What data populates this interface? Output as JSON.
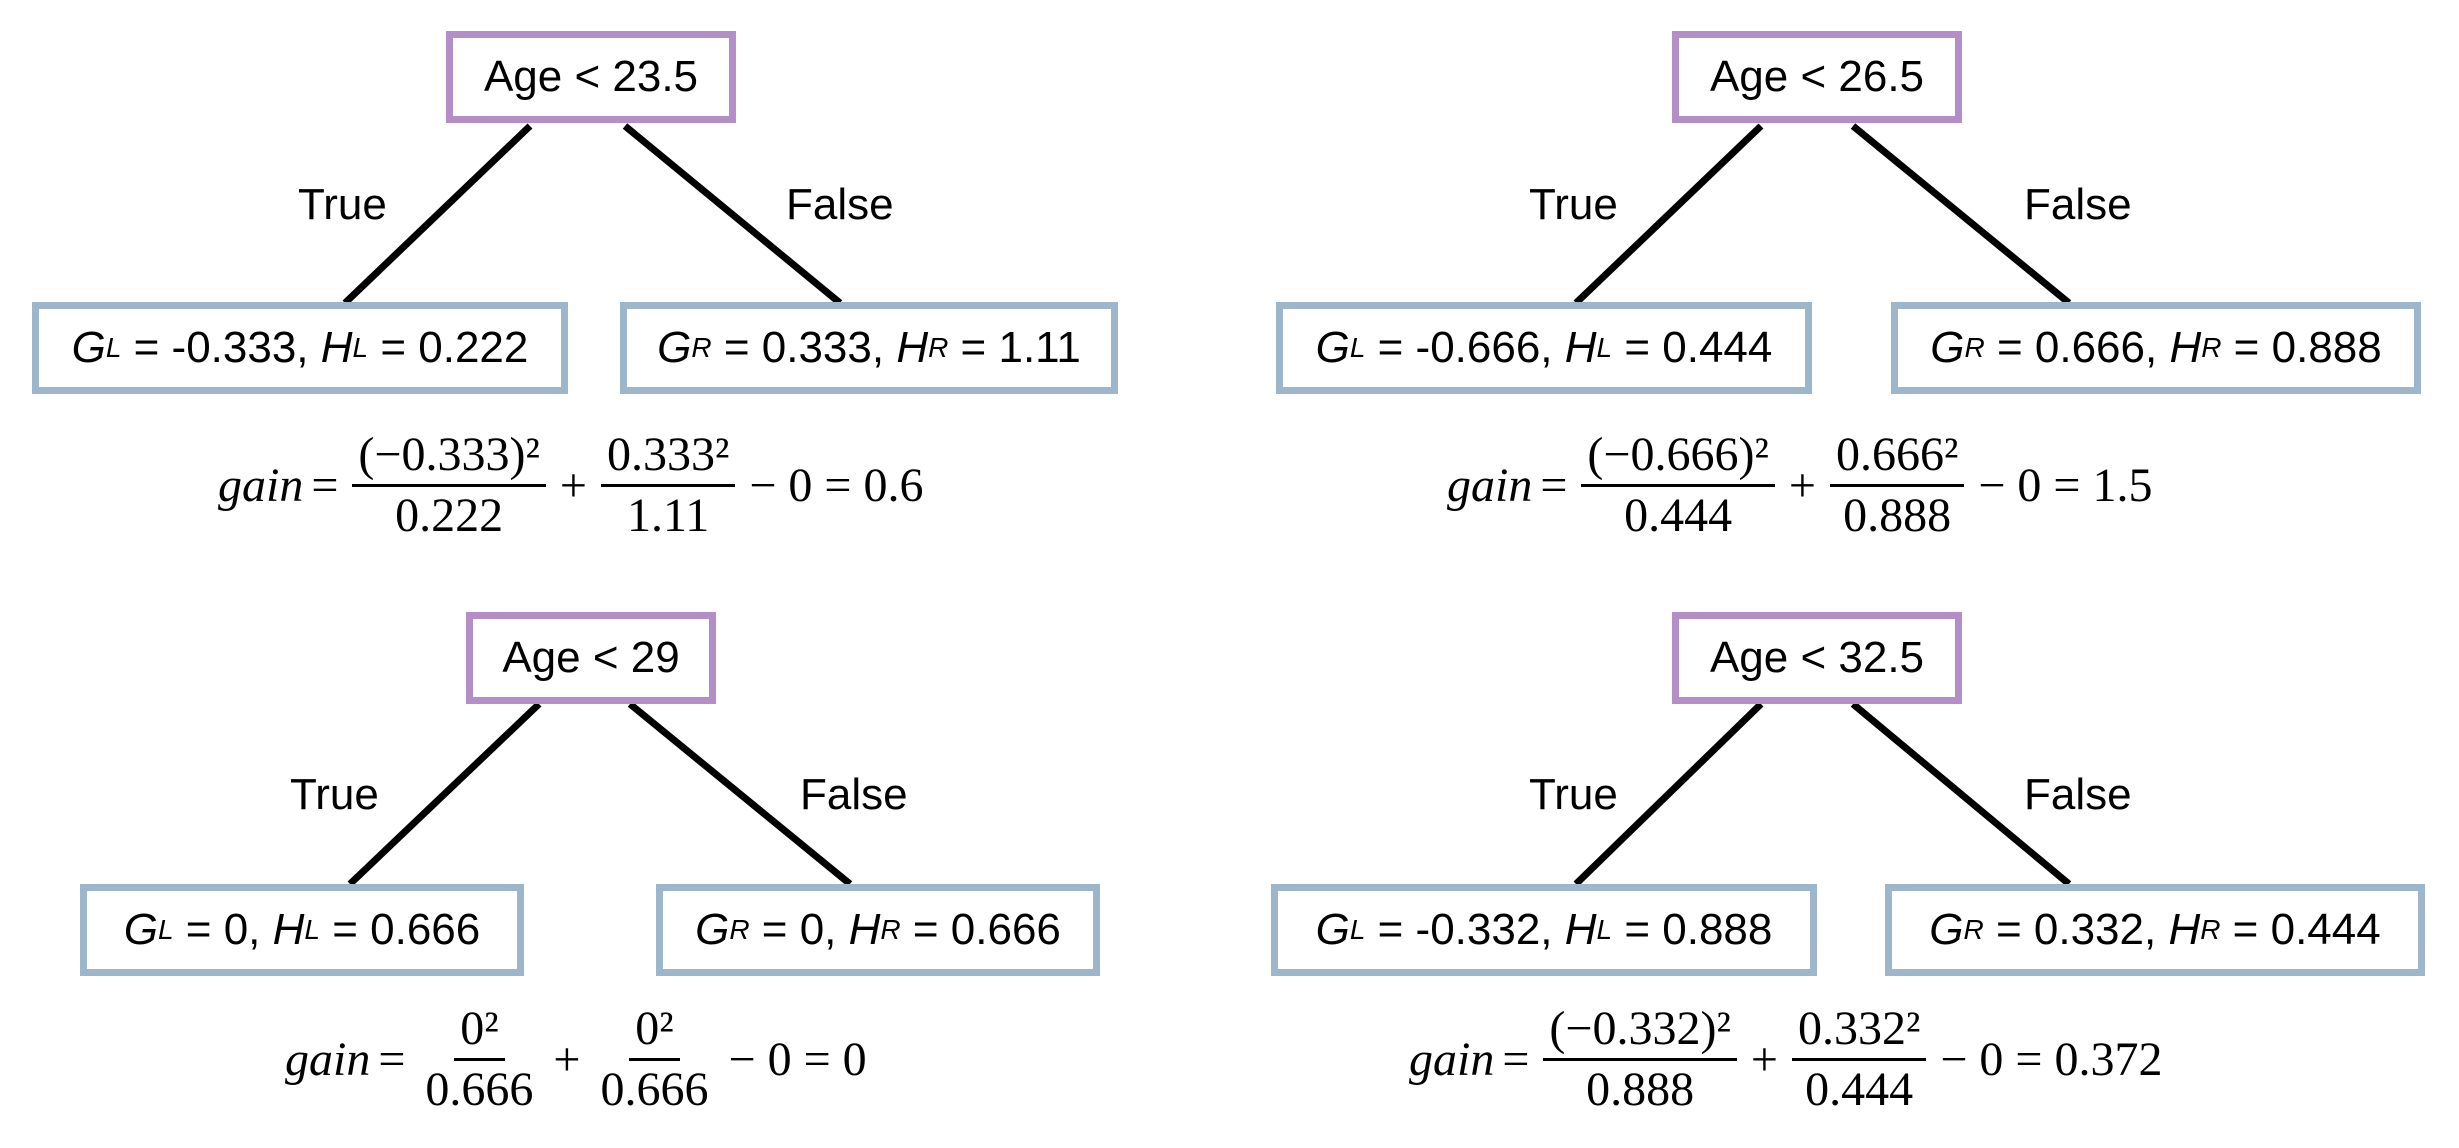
{
  "trees": [
    {
      "root": "Age < 23.5",
      "true_label": "True",
      "false_label": "False",
      "left": {
        "g_sym": "G",
        "g_sub": "L",
        "g_val": " = -0.333, ",
        "h_sym": "H",
        "h_sub": "L",
        "h_val": " = 0.222"
      },
      "right": {
        "g_sym": "G",
        "g_sub": "R",
        "g_val": " = 0.333, ",
        "h_sym": "H",
        "h_sub": "R",
        "h_val": " = 1.11"
      },
      "gain": {
        "word": "gain",
        "eq": "=",
        "num1": "(−0.333)²",
        "den1": "0.222",
        "plus": "+",
        "num2": "0.333²",
        "den2": "1.11",
        "tail": "− 0 = 0.6"
      }
    },
    {
      "root": "Age < 26.5",
      "true_label": "True",
      "false_label": "False",
      "left": {
        "g_sym": "G",
        "g_sub": "L",
        "g_val": " = -0.666, ",
        "h_sym": "H",
        "h_sub": "L",
        "h_val": " = 0.444"
      },
      "right": {
        "g_sym": "G",
        "g_sub": "R",
        "g_val": " = 0.666, ",
        "h_sym": "H",
        "h_sub": "R",
        "h_val": " = 0.888"
      },
      "gain": {
        "word": "gain",
        "eq": "=",
        "num1": "(−0.666)²",
        "den1": "0.444",
        "plus": "+",
        "num2": "0.666²",
        "den2": "0.888",
        "tail": "− 0 = 1.5"
      }
    },
    {
      "root": "Age < 29",
      "true_label": "True",
      "false_label": "False",
      "left": {
        "g_sym": "G",
        "g_sub": "L",
        "g_val": " = 0, ",
        "h_sym": "H",
        "h_sub": "L",
        "h_val": " = 0.666"
      },
      "right": {
        "g_sym": "G",
        "g_sub": "R",
        "g_val": " = 0, ",
        "h_sym": "H",
        "h_sub": "R",
        "h_val": " = 0.666"
      },
      "gain": {
        "word": "gain",
        "eq": "=",
        "num1": "0²",
        "den1": "0.666",
        "plus": "+",
        "num2": "0²",
        "den2": "0.666",
        "tail": "− 0 = 0"
      }
    },
    {
      "root": "Age < 32.5",
      "true_label": "True",
      "false_label": "False",
      "left": {
        "g_sym": "G",
        "g_sub": "L",
        "g_val": " = -0.332, ",
        "h_sym": "H",
        "h_sub": "L",
        "h_val": " = 0.888"
      },
      "right": {
        "g_sym": "G",
        "g_sub": "R",
        "g_val": " = 0.332, ",
        "h_sym": "H",
        "h_sub": "R",
        "h_val": " = 0.444"
      },
      "gain": {
        "word": "gain",
        "eq": "=",
        "num1": "(−0.332)²",
        "den1": "0.888",
        "plus": "+",
        "num2": "0.332²",
        "den2": "0.444",
        "tail": "− 0 = 0.372"
      }
    }
  ],
  "colors": {
    "split_border": "#b38ec7",
    "leaf_border": "#9db6cc",
    "edge": "#000000"
  }
}
